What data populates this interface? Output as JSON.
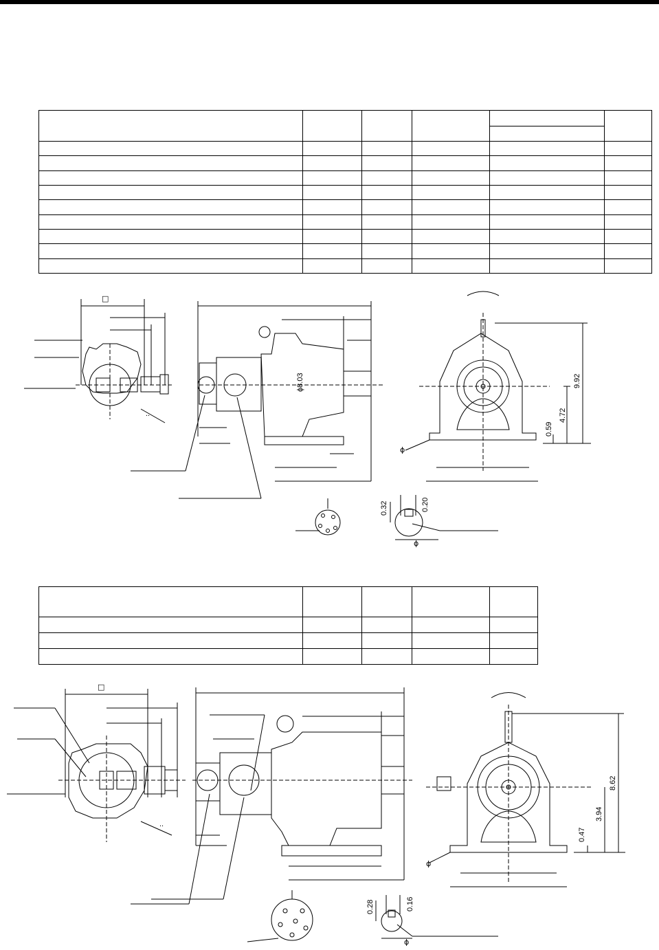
{
  "table1": {
    "rows": 11
  },
  "table2": {
    "rows": 4
  },
  "drawing1": {
    "square_symbol": "□",
    "phi_symbol": "ϕ",
    "dim_shaft_flange": "ϕ8.03",
    "dim_height": "9.92",
    "dim_center_height": "4.72",
    "dim_base": "0.59",
    "dim_key_a": "0.32",
    "dim_key_b": "0.20",
    "small_mark": ".."
  },
  "drawing2": {
    "square_symbol": "□",
    "phi_symbol": "ϕ",
    "dim_height": "8.62",
    "dim_center_height": "3.94",
    "dim_base": "0.47",
    "dim_key_a": "0.28",
    "dim_key_b": "0.16",
    "small_mark": ".."
  }
}
